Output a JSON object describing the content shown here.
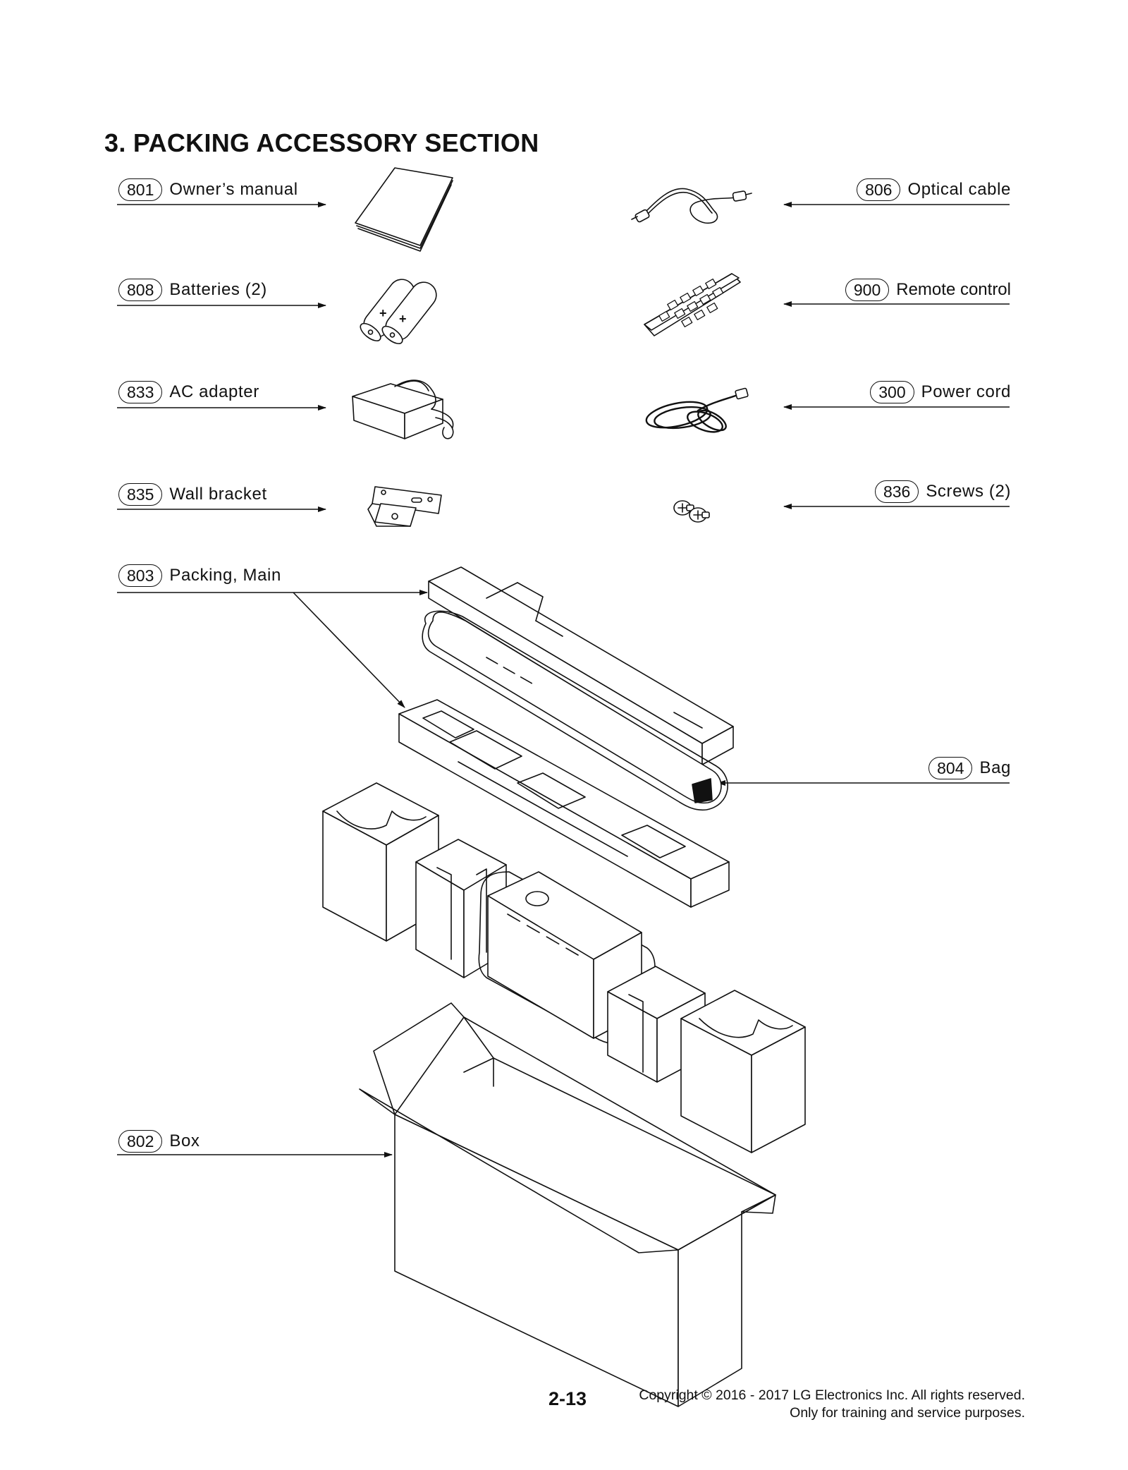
{
  "title": "3. PACKING ACCESSORY SECTION",
  "parts": {
    "p801": {
      "number": "801",
      "label": "Owner’s manual"
    },
    "p808": {
      "number": "808",
      "label": "Batteries (2)"
    },
    "p833": {
      "number": "833",
      "label": "AC adapter"
    },
    "p835": {
      "number": "835",
      "label": "Wall bracket"
    },
    "p803": {
      "number": "803",
      "label": "Packing, Main"
    },
    "p802": {
      "number": "802",
      "label": "Box"
    },
    "p806": {
      "number": "806",
      "label": "Optical cable"
    },
    "p900": {
      "number": "900",
      "label": "Remote control"
    },
    "p300": {
      "number": "300",
      "label": "Power cord"
    },
    "p836": {
      "number": "836",
      "label": "Screws (2)"
    },
    "p804": {
      "number": "804",
      "label": "Bag"
    }
  },
  "footer": {
    "page_number": "2-13",
    "copyright": "Copyright © 2016 - 2017 LG Electronics Inc. All rights reserved.",
    "notice": "Only for training and service purposes."
  }
}
